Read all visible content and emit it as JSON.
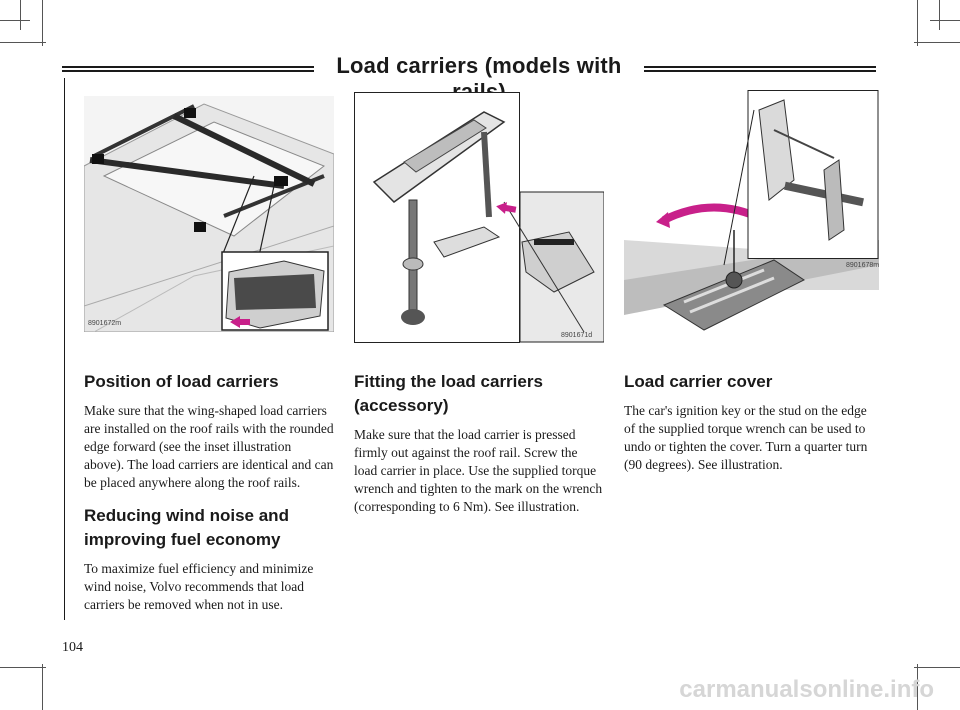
{
  "page": {
    "title": "Load carriers (models with rails)",
    "page_number": "104",
    "watermark": "carmanualsonline.info"
  },
  "figures": {
    "roof": {
      "code": "8901672m"
    },
    "fitting": {
      "code": "8901671d"
    },
    "cover": {
      "code": "8901678m"
    }
  },
  "sections": {
    "position": {
      "heading": "Position of load carriers",
      "body": "Make sure that the wing-shaped load carriers are installed on the roof rails with the rounded edge forward (see the inset illustration above). The load carriers are identical and can be placed anywhere along the roof rails."
    },
    "wind": {
      "heading": "Reducing wind noise and improving fuel economy",
      "body": "To maximize fuel efficiency and minimize wind noise, Volvo recommends that load carriers be removed when not in use."
    },
    "fitting": {
      "heading": "Fitting the load carriers (accessory)",
      "body": "Make sure that the load carrier is pressed firmly out against the roof rail. Screw the load carrier in place. Use the supplied torque wrench and tighten to the mark on the wrench (corresponding to 6 Nm). See illustration."
    },
    "cover": {
      "heading": "Load carrier cover",
      "body": "The car's ignition key or the stud on the edge of the supplied torque wrench can be used to undo or tighten the cover. Turn a quarter turn (90 degrees). See illustration."
    }
  },
  "colors": {
    "arrow": "#c8208a",
    "ink": "#1a1a1a",
    "shade": "#9a9a9a"
  }
}
